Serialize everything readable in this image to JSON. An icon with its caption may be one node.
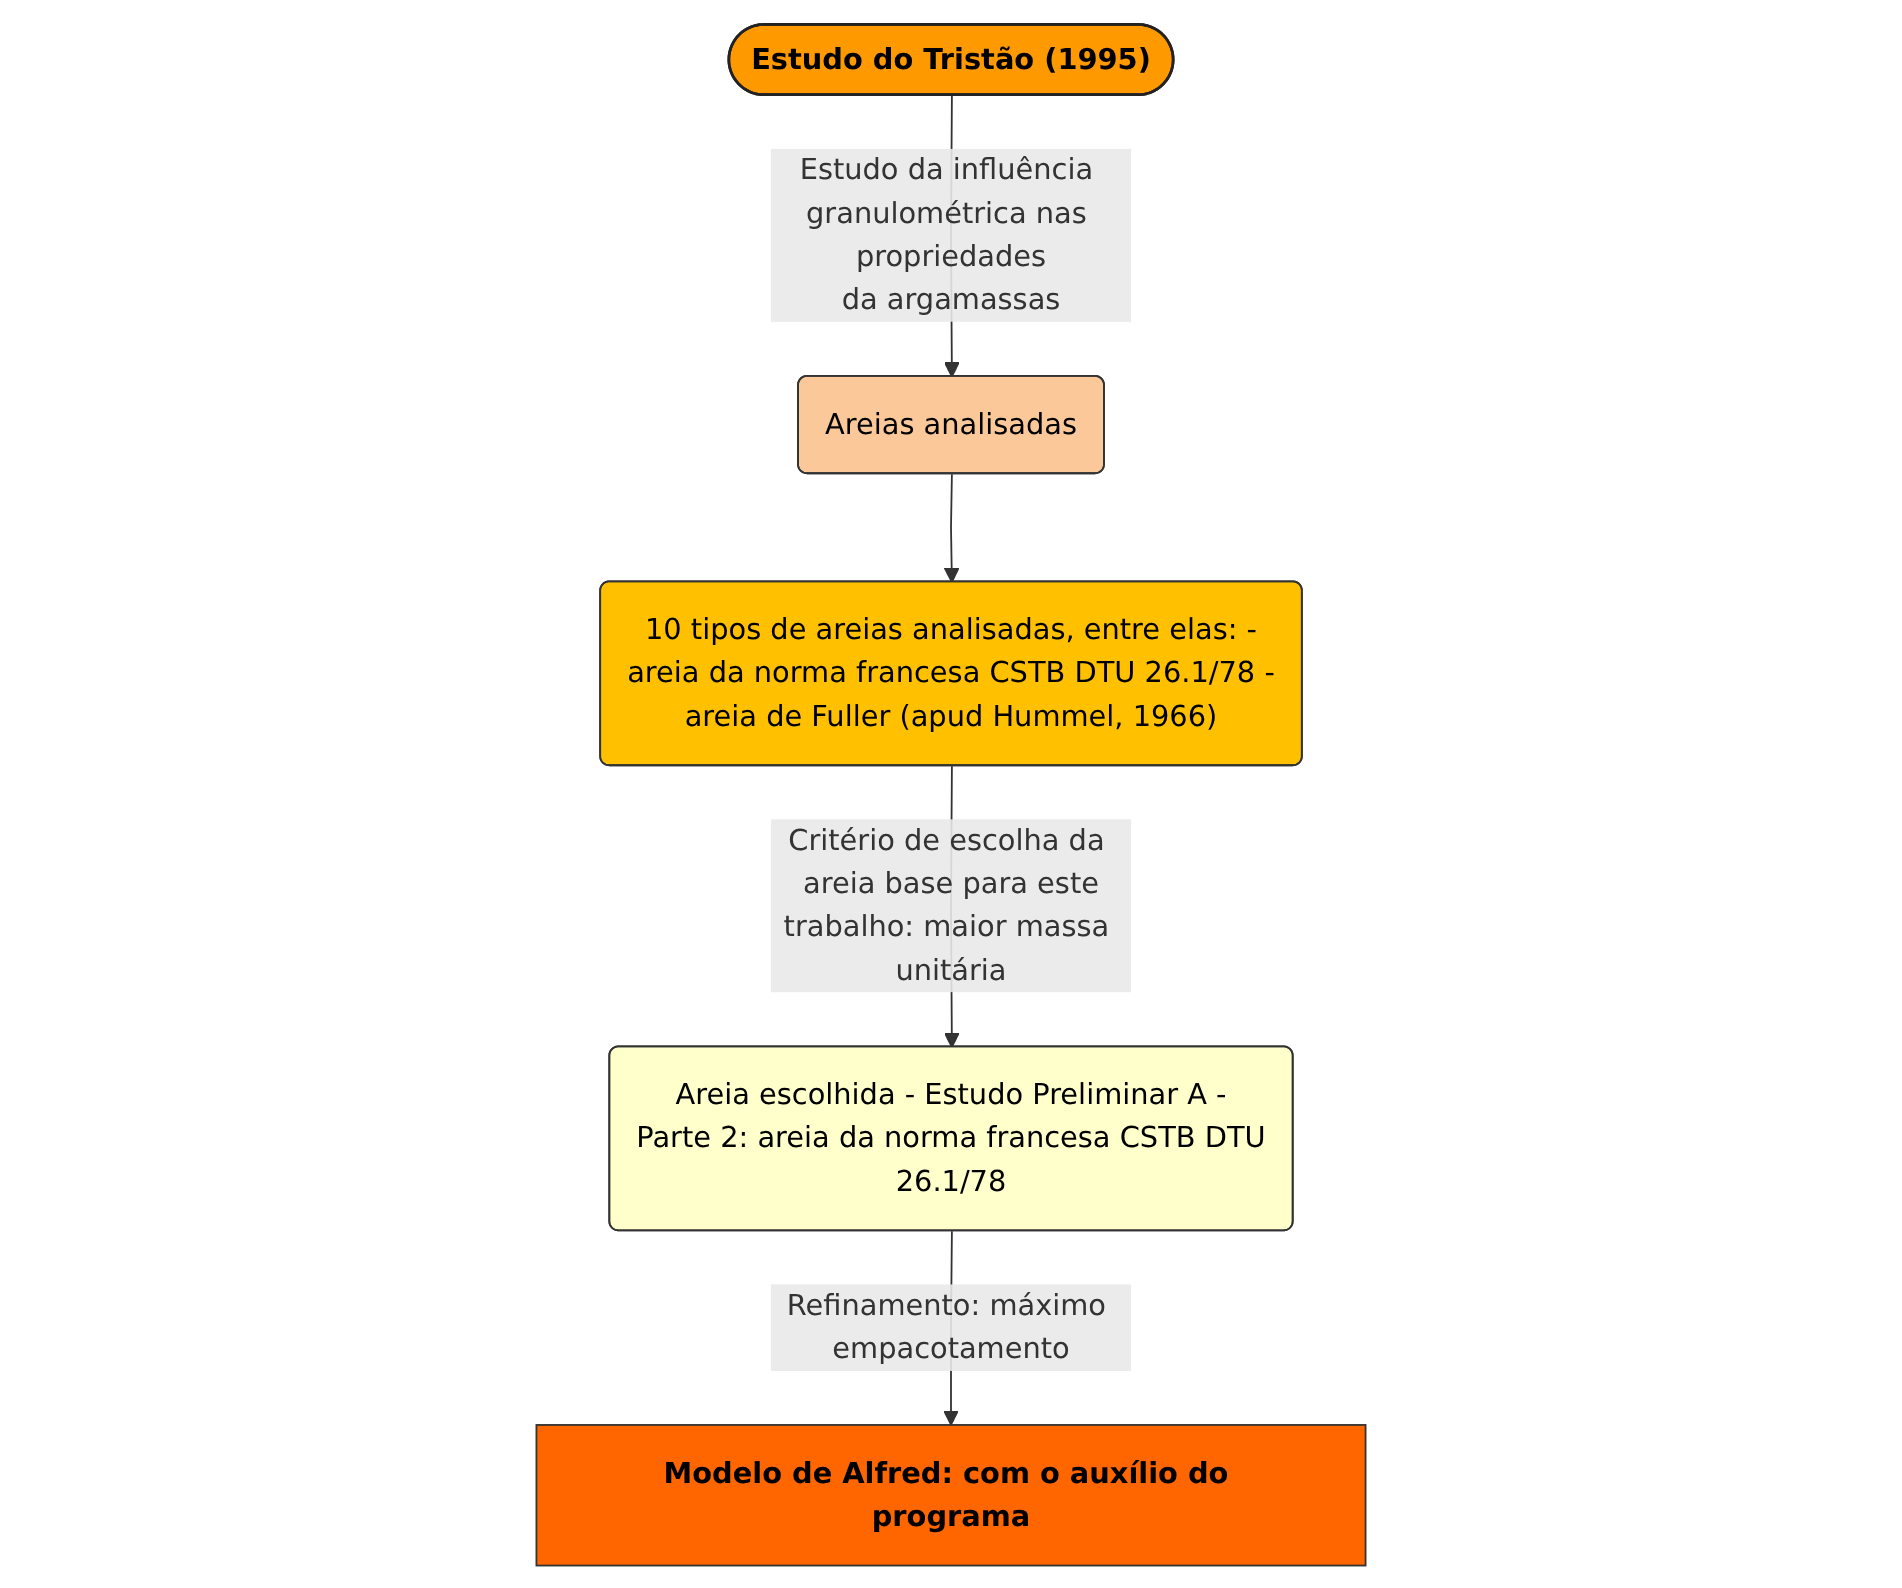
{
  "diagram": {
    "nodes": [
      {
        "text": [
          "Estudo do Tristão (1995)"
        ]
      },
      {
        "text": [
          "Areias analisadas"
        ]
      },
      {
        "text": [
          "10 tipos de areias analisadas, entre elas: - areia da norma francesa CSTB DTU 26.1/78 - areia de Fuller (apud Hummel, 1966)"
        ]
      },
      {
        "text": [
          "Areia escolhida - Estudo Preliminar A - Parte 2: areia da norma francesa CSTB DTU 26.1/78"
        ]
      },
      {
        "text": [
          "Modelo de Alfred: com o auxílio do programa"
        ]
      }
    ],
    "edges": [
      {
        "from": 0,
        "to": 1,
        "arrow": "to",
        "label": "Estudo da influência granulométrica nas propriedades da argamassas"
      },
      {
        "from": 1,
        "to": 2,
        "arrow": "to"
      },
      {
        "from": 2,
        "to": 3,
        "arrow": "to",
        "label": "Critério de escolha da areia base para este trabalho: maior massa unitária"
      },
      {
        "from": 3,
        "to": 4,
        "arrow": "to",
        "label": "Refinamento: máximo empacotamento"
      }
    ]
  }
}
